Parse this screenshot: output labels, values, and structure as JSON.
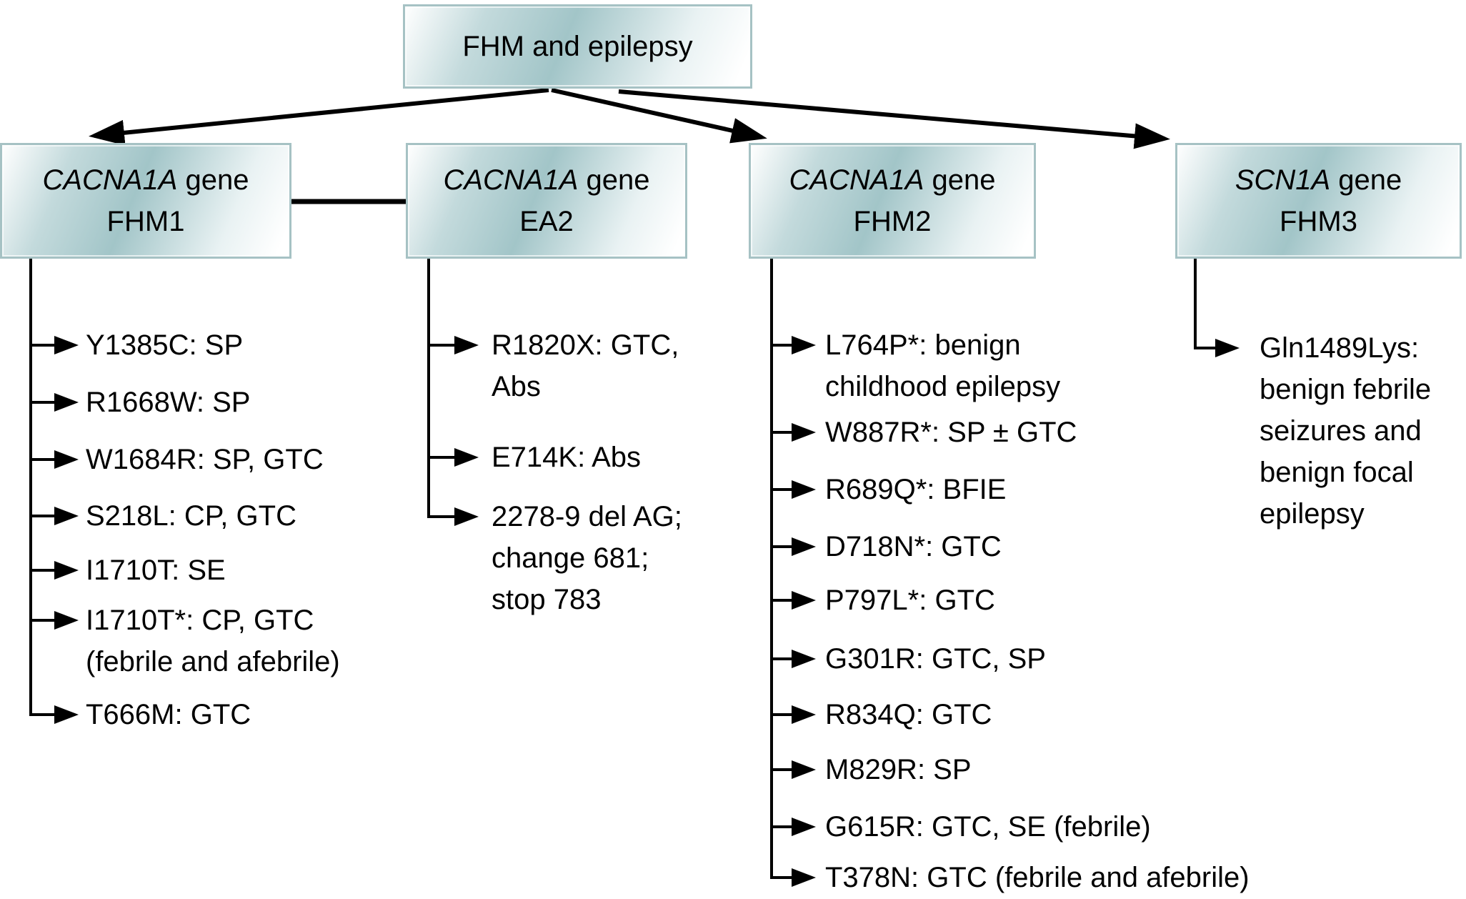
{
  "root": {
    "title": "FHM and epilepsy"
  },
  "boxes": [
    {
      "gene": "CACNA1A",
      "gene_word": "gene",
      "label": "FHM1"
    },
    {
      "gene": "CACNA1A",
      "gene_word": "gene",
      "label": "EA2"
    },
    {
      "gene": "CACNA1A",
      "gene_word": "gene",
      "label": "FHM2"
    },
    {
      "gene": "SCN1A",
      "gene_word": "gene",
      "label": "FHM3"
    }
  ],
  "columns": [
    {
      "parent": "FHM1",
      "items": [
        {
          "lines": [
            "Y1385C: SP"
          ]
        },
        {
          "lines": [
            "R1668W: SP"
          ]
        },
        {
          "lines": [
            "W1684R: SP, GTC"
          ]
        },
        {
          "lines": [
            "S218L: CP, GTC"
          ]
        },
        {
          "lines": [
            "I1710T: SE"
          ]
        },
        {
          "lines": [
            "I1710T*: CP, GTC",
            "(febrile and afebrile)"
          ]
        },
        {
          "lines": [
            "T666M: GTC"
          ]
        }
      ]
    },
    {
      "parent": "EA2",
      "items": [
        {
          "lines": [
            "R1820X: GTC,",
            "Abs"
          ]
        },
        {
          "lines": [
            "E714K: Abs"
          ]
        },
        {
          "lines": [
            "2278-9 del AG;",
            "change 681;",
            "stop 783"
          ]
        }
      ]
    },
    {
      "parent": "FHM2",
      "items": [
        {
          "lines": [
            "L764P*: benign",
            "childhood epilepsy"
          ]
        },
        {
          "lines": [
            "W887R*: SP ± GTC"
          ]
        },
        {
          "lines": [
            "R689Q*: BFIE"
          ]
        },
        {
          "lines": [
            "D718N*: GTC"
          ]
        },
        {
          "lines": [
            "P797L*: GTC"
          ]
        },
        {
          "lines": [
            "G301R: GTC, SP"
          ]
        },
        {
          "lines": [
            "R834Q: GTC"
          ]
        },
        {
          "lines": [
            "M829R: SP"
          ]
        },
        {
          "lines": [
            "G615R: GTC, SE (febrile)"
          ]
        },
        {
          "lines": [
            "T378N: GTC (febrile and afebrile)"
          ]
        }
      ]
    },
    {
      "parent": "FHM3",
      "items": [
        {
          "lines": [
            "Gln1489Lys:",
            "benign febrile",
            "seizures and",
            "benign focal",
            "epilepsy"
          ]
        }
      ]
    }
  ],
  "colors": {
    "box_fill_teal": "#a2c5c8",
    "box_border": "#a6c2c4",
    "line": "#000000"
  }
}
